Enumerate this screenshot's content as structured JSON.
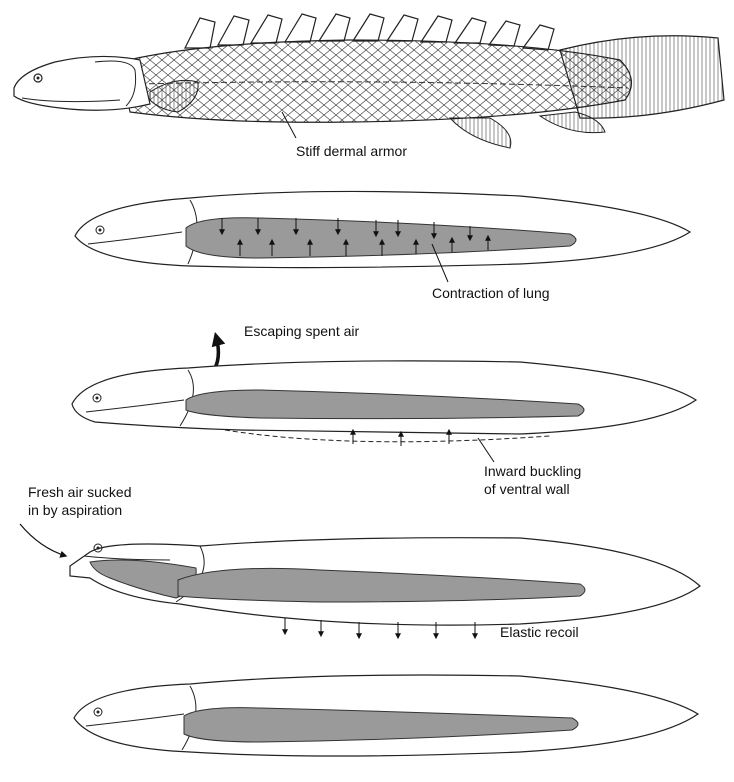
{
  "labels": {
    "armor": "Stiff dermal armor",
    "contraction": "Contraction of lung",
    "escaping": "Escaping spent air",
    "buckling_line1": "Inward buckling",
    "buckling_line2": "of ventral wall",
    "fresh_line1": "Fresh air sucked",
    "fresh_line2": "in by aspiration",
    "recoil": "Elastic recoil"
  },
  "colors": {
    "lung_fill": "#9a9a9a",
    "ink": "#111111"
  }
}
